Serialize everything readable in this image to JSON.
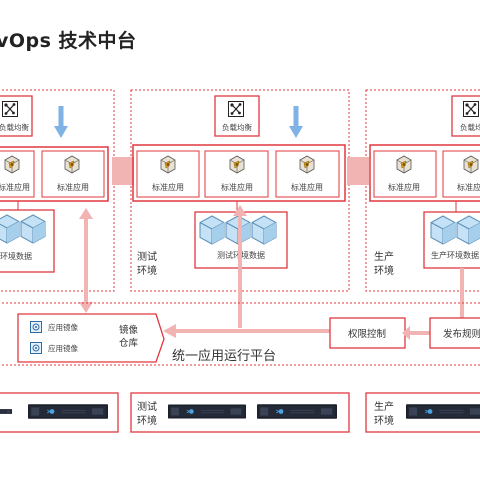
{
  "title": "vOps 技术中台",
  "load_balancer_label": "负载均衡",
  "standard_app_label": "标准应用",
  "environments": {
    "left_data": "环境数据",
    "test": {
      "name_line1": "测试",
      "name_line2": "环境",
      "data": "测试环境数据"
    },
    "prod": {
      "name_line1": "生产",
      "name_line2": "环境",
      "data": "生产环境数据"
    }
  },
  "platform": {
    "name": "统一应用运行平台",
    "image_item": "应用镜像",
    "registry_line1": "镜像",
    "registry_line2": "仓库",
    "access_control": "权限控制",
    "release": "发布规则"
  },
  "colors": {
    "accent_red": "#e0383f",
    "connector_pink": "#f2b3b3",
    "arrow_blue": "#7fb2e5",
    "cube_blue": "#b9dcf3"
  }
}
